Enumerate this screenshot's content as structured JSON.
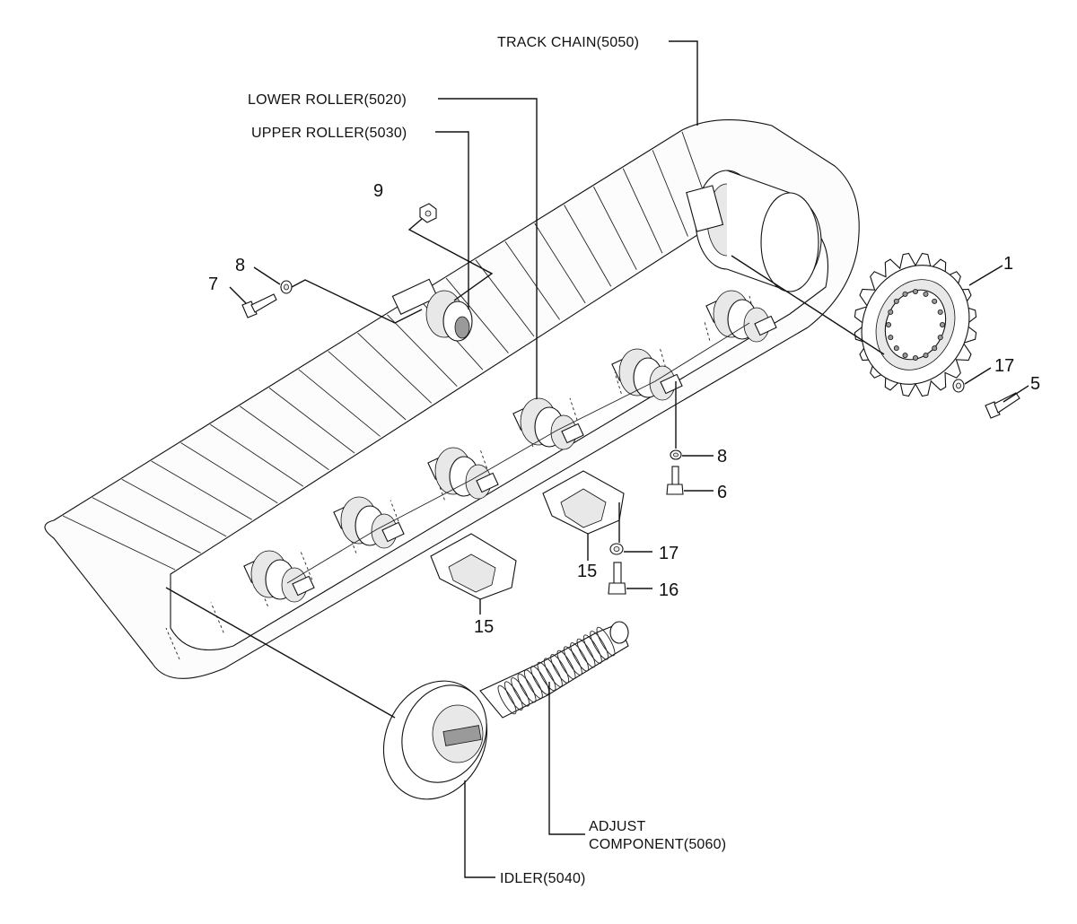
{
  "labels": {
    "track_chain": "TRACK CHAIN(5050)",
    "lower_roller": "LOWER ROLLER(5020)",
    "upper_roller": "UPPER ROLLER(5030)",
    "adjust_component_line1": "ADJUST",
    "adjust_component_line2": "COMPONENT(5060)",
    "idler": "IDLER(5040)"
  },
  "callouts": {
    "c1": "1",
    "c5": "5",
    "c6": "6",
    "c7": "7",
    "c8_top": "8",
    "c8_mid": "8",
    "c9": "9",
    "c15_a": "15",
    "c15_b": "15",
    "c16": "16",
    "c17_top": "17",
    "c17_mid": "17"
  }
}
